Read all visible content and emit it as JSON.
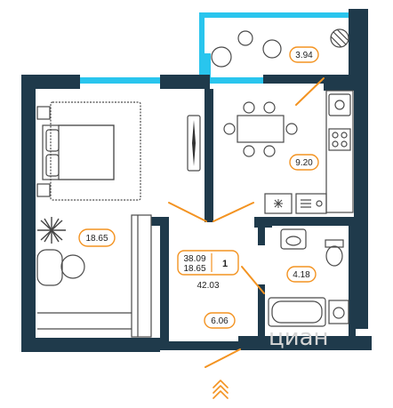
{
  "plan": {
    "rooms": {
      "balcony_area": "3.94",
      "kitchen_area": "9.20",
      "bedroom_area": "18.65",
      "bathroom_area": "4.18",
      "hall_area": "6.06"
    },
    "summary": {
      "living_area": "38.09",
      "room_area": "18.65",
      "rooms_count": "1",
      "total_area": "42.03"
    },
    "watermark": "циан",
    "colors": {
      "wall": "#1f3a4b",
      "window": "#29c5ee",
      "accent": "#f39321"
    },
    "icons": [
      "entrance-chevrons-icon",
      "snowflake-icon",
      "plant-icon",
      "fridge-icon"
    ]
  }
}
